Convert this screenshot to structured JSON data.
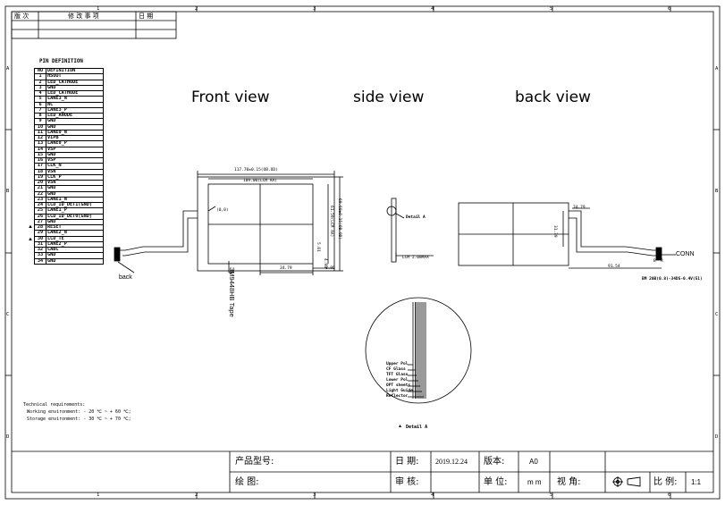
{
  "revision_table": {
    "headers": [
      "版 次",
      "修 改 事 项",
      "日 期"
    ]
  },
  "grid": {
    "columns": [
      "1",
      "2",
      "3",
      "4",
      "5",
      "6"
    ],
    "rows": [
      "A",
      "B",
      "C",
      "D"
    ]
  },
  "pin_table": {
    "title": "PIN DEFINITION",
    "header": {
      "no": "NO",
      "def": "DEFINITION"
    },
    "pins": [
      {
        "no": "1",
        "def": "HSOUT"
      },
      {
        "no": "2",
        "def": "LED_CATHODE"
      },
      {
        "no": "3",
        "def": "GND"
      },
      {
        "no": "4",
        "def": "LED_CATHODE"
      },
      {
        "no": "5",
        "def": "LANE3_N"
      },
      {
        "no": "6",
        "def": "NC"
      },
      {
        "no": "7",
        "def": "LANE3_P"
      },
      {
        "no": "8",
        "def": "LED_ANODE"
      },
      {
        "no": "9",
        "def": "GND"
      },
      {
        "no": "10",
        "def": "GND"
      },
      {
        "no": "11",
        "def": "LANE0_N"
      },
      {
        "no": "12",
        "def": "VIPB"
      },
      {
        "no": "13",
        "def": "LANE0_P"
      },
      {
        "no": "14",
        "def": "VSP"
      },
      {
        "no": "15",
        "def": "GND"
      },
      {
        "no": "16",
        "def": "VSP"
      },
      {
        "no": "17",
        "def": "CLK_N"
      },
      {
        "no": "18",
        "def": "VSN"
      },
      {
        "no": "19",
        "def": "CLK_P"
      },
      {
        "no": "20",
        "def": "VSN"
      },
      {
        "no": "21",
        "def": "GND"
      },
      {
        "no": "22",
        "def": "GND"
      },
      {
        "no": "23",
        "def": "LANE1_N"
      },
      {
        "no": "24",
        "def": "LCD_ID_DET1(GND)"
      },
      {
        "no": "25",
        "def": "LANE1_P"
      },
      {
        "no": "26",
        "def": "LCD_ID_DET0(GND)"
      },
      {
        "no": "27",
        "def": "GND"
      },
      {
        "no": "28",
        "def": "RESET"
      },
      {
        "no": "29",
        "def": "LANE2_N"
      },
      {
        "no": "30",
        "def": "LCD_TE"
      },
      {
        "no": "31",
        "def": "LANE2_P"
      },
      {
        "no": "32",
        "def": "CABC"
      },
      {
        "no": "33",
        "def": "GND"
      },
      {
        "no": "34",
        "def": "GND"
      }
    ],
    "marker": "▲"
  },
  "views": {
    "front": "Front view",
    "side": "side view",
    "back": "back view"
  },
  "front_dims": {
    "outer": "117.70±0.15(OB.OD)",
    "active": "109.00(LCM AA)",
    "origin": "(0,0)",
    "height_outer": "69.60±0.15(OB.OD)",
    "height_aa": "61.59(LCM AA)",
    "bottom": "34.79",
    "corner1": "5.01",
    "corner2": "4.93",
    "corner3": "1.95"
  },
  "labels": {
    "back": "back",
    "tape": "3M9448HB Tape",
    "detail_a": "Detail A",
    "conn": "CONN",
    "conn_code": "BM 20B(0.8)-34DS-0.4V(51)",
    "side_dim": "LCM 2.08MAX",
    "back_dim1": "34.79",
    "back_dim2": "31.39",
    "back_dim3": "91.54",
    "back_b": "B",
    "back_r": "R"
  },
  "detail": {
    "title": "Detail A",
    "layers": [
      "Upper Pol",
      "CF Glass",
      "TFT Glass",
      "Lower Pol",
      "OPT sheets",
      "Light Guide",
      "Reflector"
    ]
  },
  "tech": {
    "title": "Technical requirements:",
    "working": "Working environment: - 20 ℃ ~ + 60 ℃;",
    "storage": "Storage environment: - 30 ℃ ~ + 70 ℃;"
  },
  "title_block": {
    "product_label": "产品型号:",
    "drawn_label": "绘 图:",
    "date_label": "日 期:",
    "date_value": "2019.12.24",
    "review_label": "审 核:",
    "version_label": "版本:",
    "version_value": "A0",
    "unit_label": "单 位:",
    "unit_value": "m m",
    "view_label": "视   角:",
    "scale_label": "比 例:",
    "scale_value": "1:1"
  }
}
